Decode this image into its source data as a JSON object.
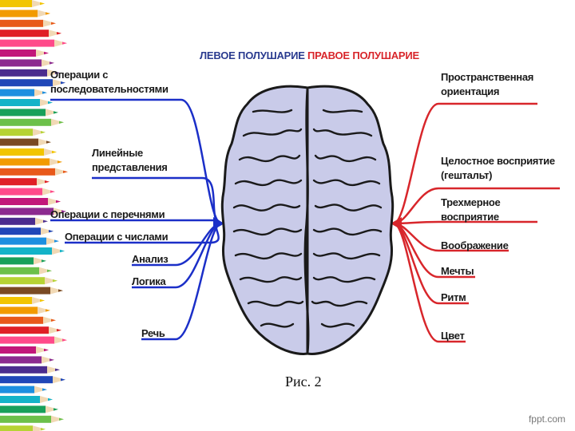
{
  "headers": {
    "left": "ЛЕВОЕ ПОЛУШАРИЕ",
    "right": "ПРАВОЕ ПОЛУШАРИЕ"
  },
  "left_labels": [
    "Операции с\nпоследовательностями",
    "Линейные\nпредставления",
    "Операции с перечнями",
    "Операции с числами",
    "Анализ",
    "Логика",
    "Речь"
  ],
  "right_labels": [
    "Пространственная\nориентация",
    "Целостное восприятие\n(гештальт)",
    "Трехмерное\nвосприятие",
    "Воображение",
    "Мечты",
    "Ритм",
    "Цвет"
  ],
  "caption": "Рис. 2",
  "watermark": "fppt.com",
  "colors": {
    "left": "#1b2fc8",
    "right": "#d8262b",
    "brain_fill": "#c9cbe9",
    "brain_stroke": "#1a1a1a"
  },
  "pencil_colors": [
    "#f2c500",
    "#f29b00",
    "#e8591a",
    "#e01f26",
    "#ff4a8a",
    "#c2177a",
    "#8c2a8f",
    "#4b2c8e",
    "#2047b8",
    "#1d8fe0",
    "#14b3c8",
    "#18a05a",
    "#6cc04a",
    "#b6d334",
    "#7a4a23"
  ]
}
